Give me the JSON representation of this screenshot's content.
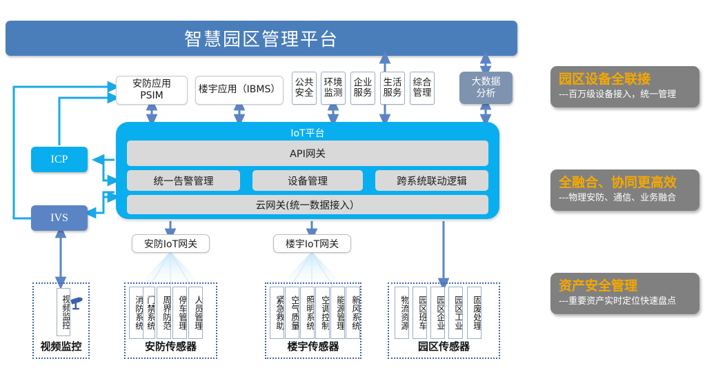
{
  "platform": {
    "title": "智慧园区管理平台"
  },
  "apps": {
    "psim": "安防应用\nPSIM",
    "psim_line1": "安防应用",
    "psim_line2": "PSIM",
    "ibms": "楼宇应用（IBMS）",
    "mini": [
      {
        "l1": "公共",
        "l2": "安全"
      },
      {
        "l1": "环境",
        "l2": "监测"
      },
      {
        "l1": "企业",
        "l2": "服务"
      },
      {
        "l1": "生活",
        "l2": "服务"
      },
      {
        "l1": "综合",
        "l2": "管理"
      }
    ],
    "bigdata_l1": "大数据",
    "bigdata_l2": "分析"
  },
  "side_nodes": {
    "icp": "ICP",
    "ivs": "IVS"
  },
  "iot": {
    "title": "IoT平台",
    "api_gateway": "API网关",
    "middle": [
      "统一告警管理",
      "设备管理",
      "跨系统联动逻辑"
    ],
    "cloud_gateway": "云网关(统一数据接入）"
  },
  "gateways": {
    "security": "安防IoT网关",
    "building": "楼宇IoT网关"
  },
  "groups": [
    {
      "name": "视频监控",
      "items": [
        "视频监控"
      ]
    },
    {
      "name": "安防传感器",
      "items": [
        "人员管理",
        "停车管理",
        "周界防范",
        "门禁系统",
        "消防系统"
      ]
    },
    {
      "name": "楼宇传感器",
      "items": [
        "新风系统",
        "能源管理",
        "空调控制",
        "照明系统",
        "空气质量",
        "紧急救助"
      ]
    },
    {
      "name": "园区传感器",
      "items": [
        "固废处理",
        "园区工业",
        "园区企业",
        "园区班车",
        "物流资源"
      ]
    }
  ],
  "features": [
    {
      "title": "园区设备全联接",
      "sub": "---百万级设备接入，统一管理"
    },
    {
      "title": "全融合、协同更高效",
      "sub": "---物理安防、通信、业务融合"
    },
    {
      "title": "资产安全管理",
      "sub": "---重要资产实时定位快速盘点"
    }
  ],
  "colors": {
    "banner": "#4a7ebb",
    "iot": "#09aeee",
    "icp": "#09aeee",
    "ivs": "#5b84c4",
    "bigdata": "#7e93b0",
    "feature_bg": "#808080",
    "feature_title": "#f5a800",
    "gray_bar": "#d9d9d9",
    "arrow_blue": "#5b84c4",
    "arrow_cyan": "#19a9e8",
    "group_border": "#3a62a8"
  }
}
